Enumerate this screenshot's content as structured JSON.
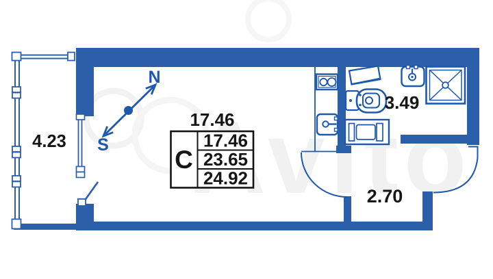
{
  "floorplan": {
    "watermark": "Avito",
    "compass": {
      "north": "N",
      "south": "S"
    },
    "rooms": {
      "balcony": {
        "area": "4.23"
      },
      "living": {
        "area": "17.46"
      },
      "bathroom": {
        "area": "3.49"
      },
      "hallway": {
        "area": "2.70"
      }
    },
    "area_table": {
      "room_type": "С",
      "rows": [
        "17.46",
        "23.65",
        "24.92"
      ]
    },
    "colors": {
      "wall": "#2b5fa9",
      "fixture_stroke": "#1e58a8",
      "label_text": "#161616",
      "table_border": "#141414",
      "watermark_gray": "#f1f1f1"
    }
  }
}
